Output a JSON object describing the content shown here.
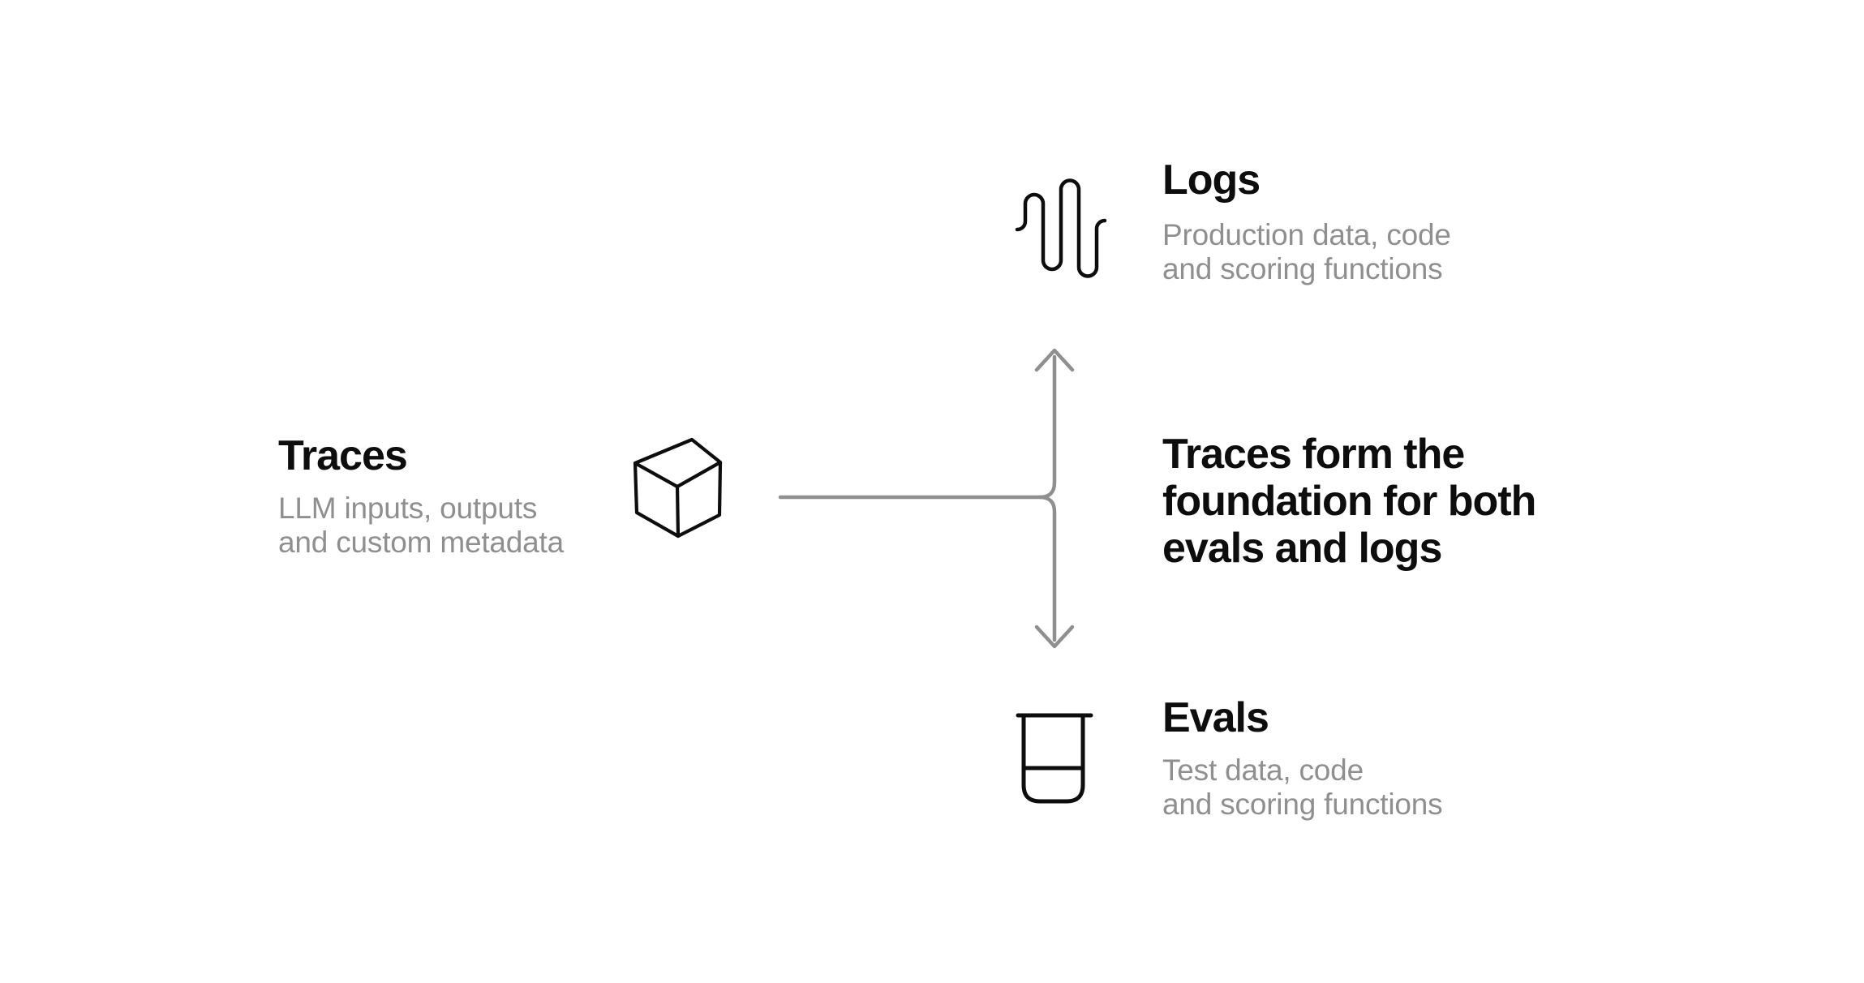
{
  "traces": {
    "title": "Traces",
    "subtitle_lines": [
      "LLM inputs, outputs",
      "and custom metadata"
    ]
  },
  "logs": {
    "title": "Logs",
    "subtitle_lines": [
      "Production data, code",
      "and scoring functions"
    ]
  },
  "evals": {
    "title": "Evals",
    "subtitle_lines": [
      "Test data, code",
      "and scoring functions"
    ]
  },
  "center_note": {
    "lines": [
      "Traces form the",
      "foundation for both",
      "evals and logs"
    ]
  },
  "colors": {
    "background": "#ffffff",
    "text_primary": "#0d0d0d",
    "text_secondary": "#8f8f8f",
    "connector": "#8f8f8f",
    "icon_stroke": "#0d0d0d"
  }
}
